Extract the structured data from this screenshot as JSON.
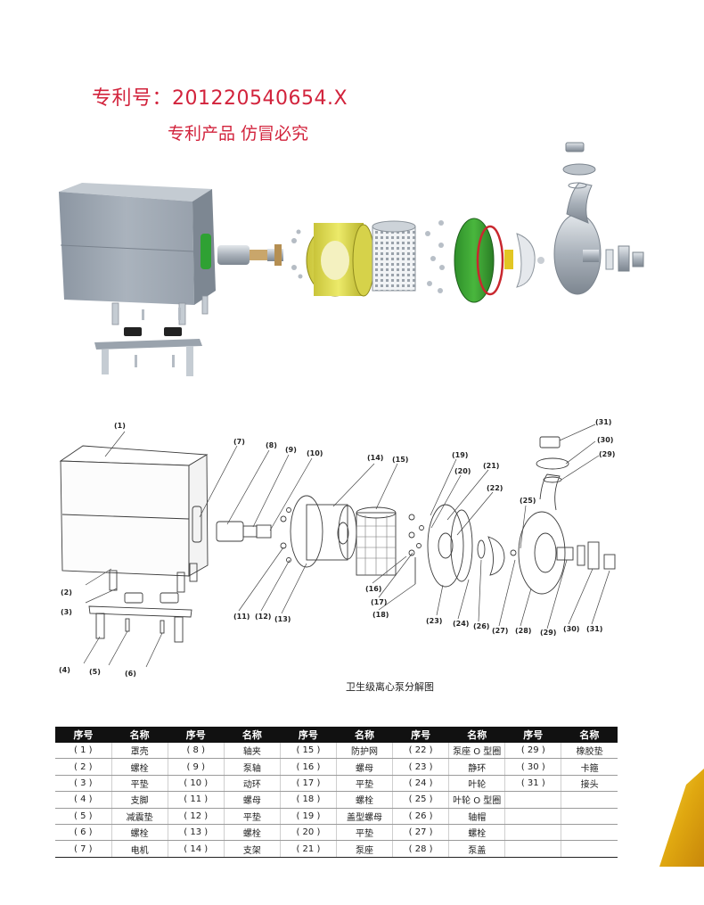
{
  "header": {
    "patent_number": "专利号：201220540654.X",
    "slogan": "专利产品   仿冒必究"
  },
  "diagram": {
    "caption": "卫生级离心泵分解图",
    "callouts": [
      "(1)",
      "(2)",
      "(3)",
      "(4)",
      "(5)",
      "(6)",
      "(7)",
      "(8)",
      "(9)",
      "(10)",
      "(11)",
      "(12)",
      "(13)",
      "(14)",
      "(15)",
      "(16)",
      "(17)",
      "(18)",
      "(19)",
      "(20)",
      "(21)",
      "(22)",
      "(23)",
      "(24)",
      "(25)",
      "(26)",
      "(27)",
      "(28)",
      "(29)",
      "(30)",
      "(31)"
    ]
  },
  "parts_table": {
    "headers": [
      "序号",
      "名称",
      "序号",
      "名称",
      "序号",
      "名称",
      "序号",
      "名称",
      "序号",
      "名称"
    ],
    "rows": [
      [
        "( 1 )",
        "罩壳",
        "( 8 )",
        "轴夹",
        "( 15 )",
        "防护网",
        "( 22 )",
        "泵座 O 型圈",
        "( 29 )",
        "橡胶垫"
      ],
      [
        "( 2 )",
        "螺栓",
        "( 9 )",
        "泵轴",
        "( 16 )",
        "螺母",
        "( 23 )",
        "静环",
        "( 30 )",
        "卡箍"
      ],
      [
        "( 3 )",
        "平垫",
        "( 10 )",
        "动环",
        "( 17 )",
        "平垫",
        "( 24 )",
        "叶轮",
        "( 31 )",
        "接头"
      ],
      [
        "( 4 )",
        "支脚",
        "( 11 )",
        "螺母",
        "( 18 )",
        "螺栓",
        "( 25 )",
        "叶轮 O 型圈",
        "",
        ""
      ],
      [
        "( 5 )",
        "减震垫",
        "( 12 )",
        "平垫",
        "( 19 )",
        "盖型螺母",
        "( 26 )",
        "轴帽",
        "",
        ""
      ],
      [
        "( 6 )",
        "螺栓",
        "( 13 )",
        "螺栓",
        "( 20 )",
        "平垫",
        "( 27 )",
        "螺栓",
        "",
        ""
      ],
      [
        "( 7 )",
        "电机",
        "( 14 )",
        "支架",
        "( 21 )",
        "泵座",
        "( 28 )",
        "泵盖",
        "",
        ""
      ]
    ]
  },
  "colors": {
    "accent_red": "#d2233c",
    "header_black": "#111111",
    "corner_gold": "#e7b214"
  }
}
